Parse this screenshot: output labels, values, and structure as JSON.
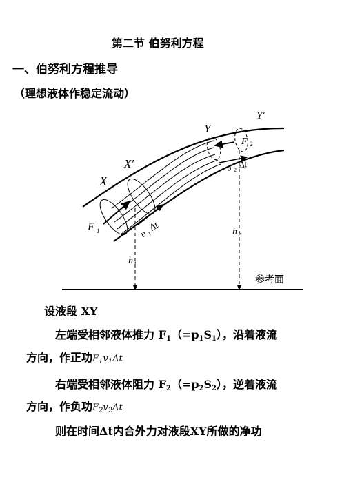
{
  "title": "第二节  伯努利方程",
  "section_heading": "一、伯努利方程推导",
  "condition": "（理想液体作稳定流动）",
  "figure": {
    "label_X": "X",
    "label_Xp": "X′",
    "label_Y": "Y",
    "label_Yp": "Y′",
    "label_F1": "F",
    "label_F1_sub": "1",
    "label_F2": "F",
    "label_F2_sub": "2",
    "label_v1": "υ",
    "label_v1_sub": "1",
    "label_v1_dt": "Δt",
    "label_v2": "υ",
    "label_v2_sub": "2",
    "label_v2_dt": "Δt",
    "label_h1": "h",
    "label_h1_sub": "1",
    "label_h2": "h",
    "label_h2_sub": "2",
    "reference_plane": "参考面"
  },
  "body": {
    "p1": "设液段 XY",
    "p2_line1_a": "左端受相邻液体推力 F",
    "p2_line1_sub1": "1",
    "p2_line1_b": "（=p",
    "p2_line1_sub2": "1",
    "p2_line1_c": "S",
    "p2_line1_sub3": "1",
    "p2_line1_d": "），沿着液流",
    "p2_line2": "方向，作正功",
    "p2_formula_F": "F",
    "p2_formula_F_sub": "1",
    "p2_formula_v": "v",
    "p2_formula_v_sub": "1",
    "p2_formula_dt": "Δt",
    "p3_line1_a": "右端受相邻液体阻力 F",
    "p3_line1_sub1": "2",
    "p3_line1_b": "（=p",
    "p3_line1_sub2": "2",
    "p3_line1_c": "S",
    "p3_line1_sub3": "2",
    "p3_line1_d": "），逆着液流",
    "p3_line2": "方向，作负功",
    "p3_formula_F": "F",
    "p3_formula_F_sub": "2",
    "p3_formula_v": "v",
    "p3_formula_v_sub": "2",
    "p3_formula_dt": "Δt",
    "p4": "则在时间Δt内合外力对液段XY所做的净功"
  }
}
